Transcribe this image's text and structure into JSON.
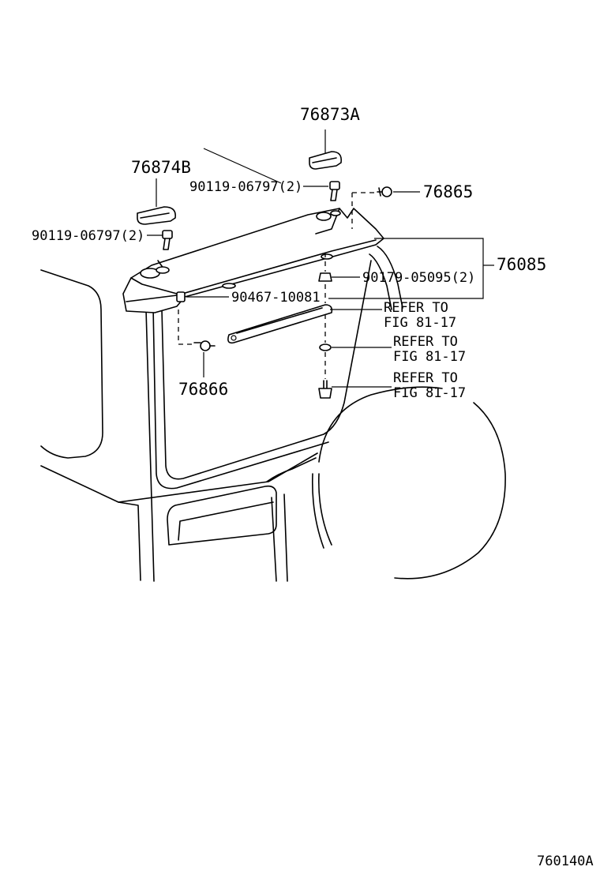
{
  "diagram": {
    "labels": {
      "part_76873A": "76873A",
      "part_76874B": "76874B",
      "bolt_upper": "90119-06797(2)",
      "bolt_left": "90119-06797(2)",
      "part_76865": "76865",
      "part_76085": "76085",
      "nut_90179": "90179-05095(2)",
      "part_90467": "90467-10081",
      "refer1_line1": "REFER TO",
      "refer1_line2": "FIG 81-17",
      "refer2_line1": "REFER TO",
      "refer2_line2": "FIG 81-17",
      "refer3_line1": "REFER TO",
      "refer3_line2": "FIG 81-17",
      "part_76866": "76866",
      "figure_code": "760140A"
    }
  }
}
